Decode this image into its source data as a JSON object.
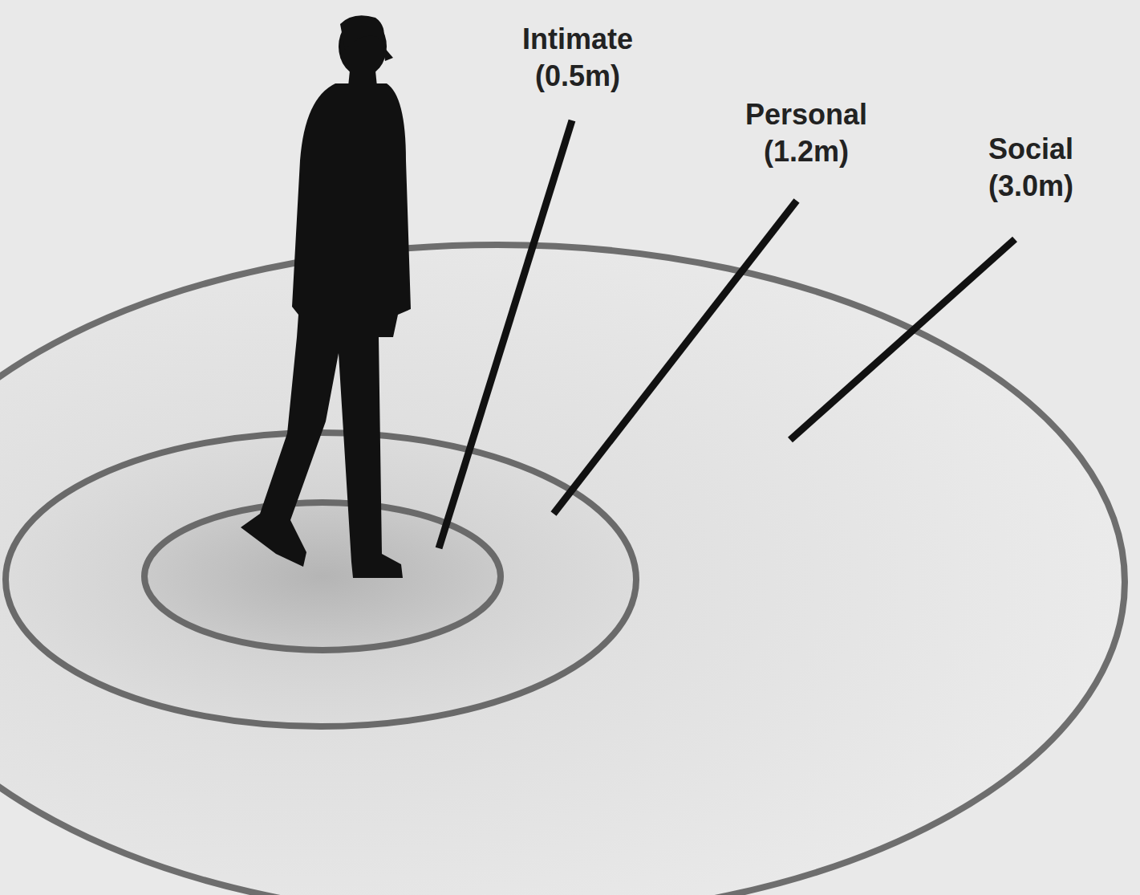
{
  "diagram": {
    "labels": [
      "Intimate (0.5m)",
      "Personal (1.2m)",
      "Social (3.0m)"
    ]
  }
}
